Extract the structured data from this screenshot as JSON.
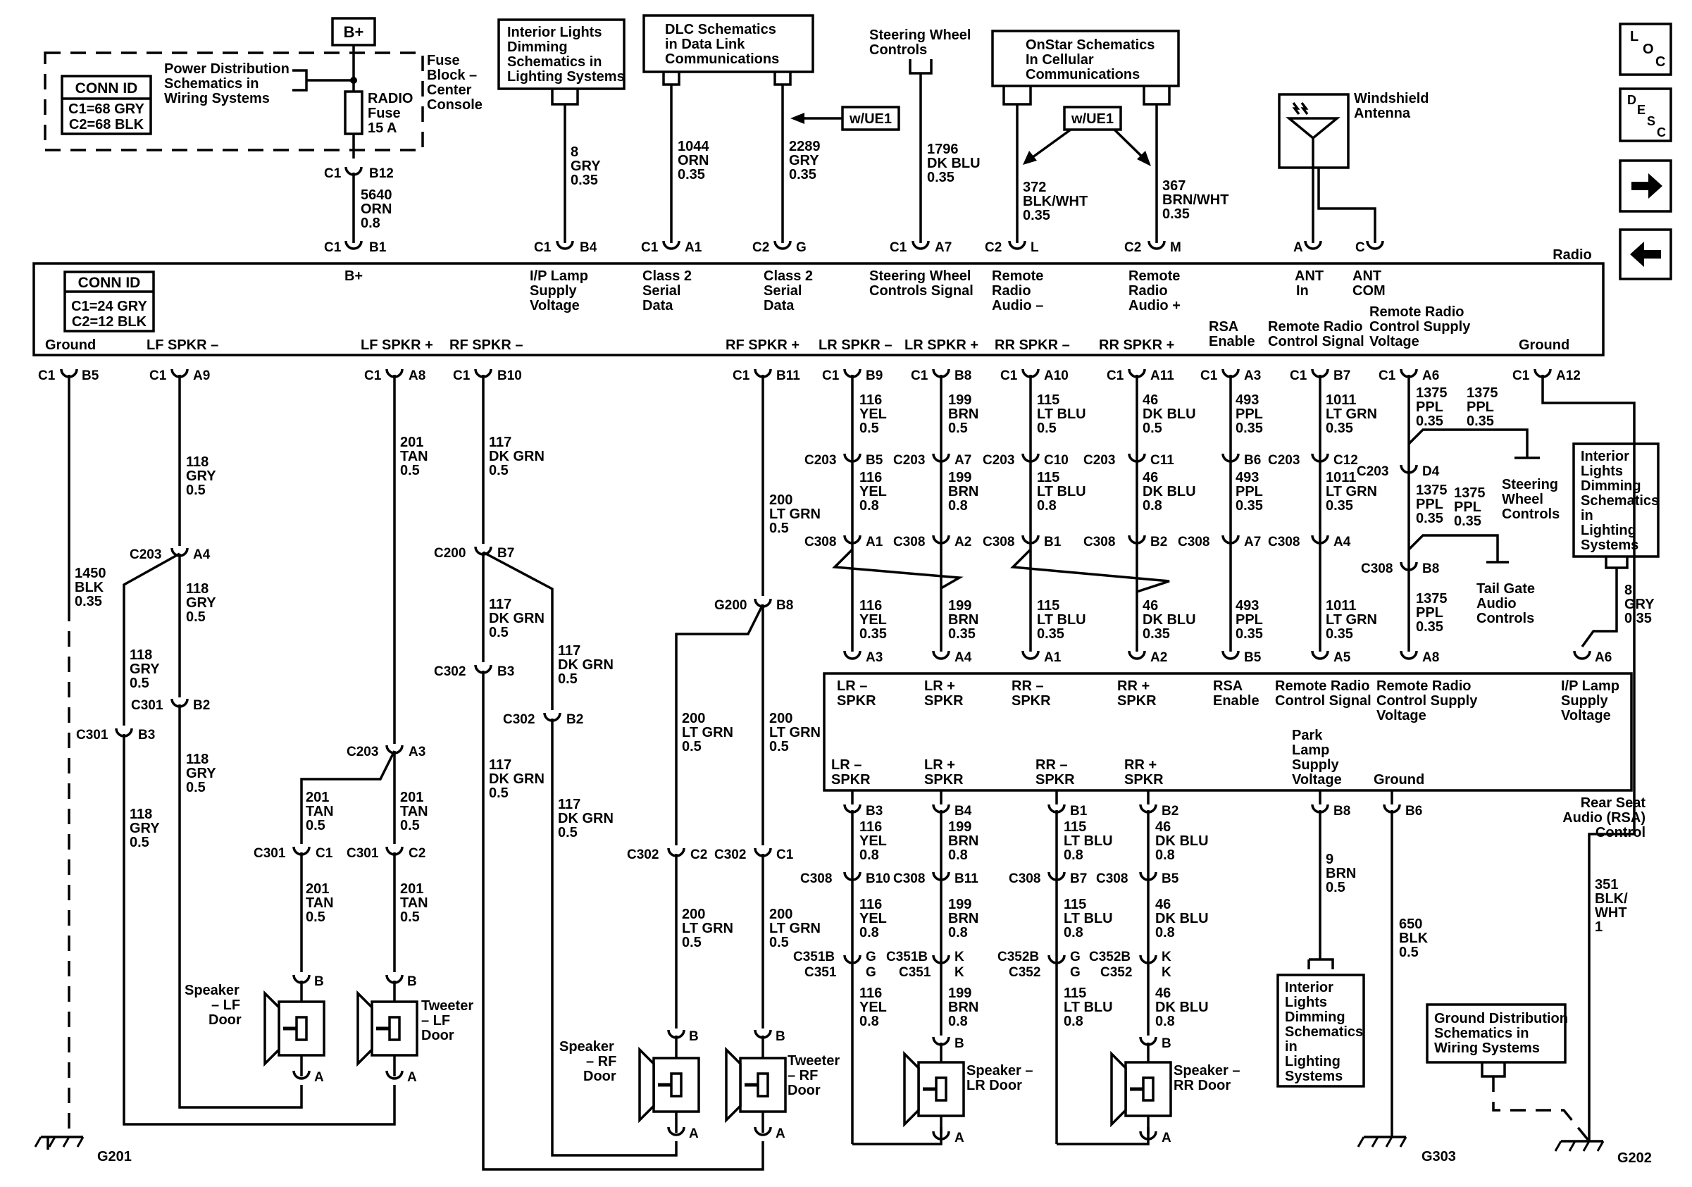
{
  "blocks": {
    "bplus": "B+",
    "conn_top": [
      "CONN ID",
      "C1=68 GRY",
      "C2=68 BLK"
    ],
    "pwr_dist": [
      "Power Distribution",
      "Schematics in",
      "Wiring  Systems"
    ],
    "fuse_block": [
      "Fuse",
      "Block –",
      "Center",
      "Console"
    ],
    "radio_fuse": [
      "RADIO",
      "Fuse",
      "15 A"
    ],
    "interior_top": [
      "Interior Lights",
      "Dimming",
      "Schematics in",
      "Lighting Systems"
    ],
    "dlc": [
      "DLC Schematics",
      "in Data Link",
      "Communications"
    ],
    "steering_top": [
      "Steering Wheel",
      "Controls"
    ],
    "onstar": [
      "OnStar Schematics",
      "In Cellular",
      "Communications"
    ],
    "wue1": "w/UE1",
    "antenna": [
      "Windshield",
      "Antenna"
    ],
    "radio": "Radio",
    "conn_radio": [
      "CONN ID",
      "C1=24 GRY",
      "C2=12 BLK"
    ],
    "steering_right": [
      "Steering",
      "Wheel",
      "Controls"
    ],
    "tailgate": [
      "Tail Gate",
      "Audio",
      "Controls"
    ],
    "interior_right": [
      "Interior",
      "Lights",
      "Dimming",
      "Schematics",
      "in",
      "Lighting",
      "Systems"
    ],
    "interior_bottom": [
      "Interior",
      "Lights",
      "Dimming",
      "Schematics",
      "in",
      "Lighting",
      "Systems"
    ],
    "rsa_name": [
      "Rear Seat",
      "Audio (RSA)",
      "Control"
    ],
    "ground_dist": [
      "Ground Distribution",
      "Schematics in",
      "Wiring Systems"
    ]
  },
  "nav": {
    "loc": [
      "L",
      "O",
      "C"
    ],
    "desc": [
      "D",
      "E",
      "S",
      "C"
    ],
    "next": "→",
    "prev": "←"
  },
  "radio_pins_top": [
    [
      "B+"
    ],
    [
      "I/P Lamp",
      "Supply",
      "Voltage"
    ],
    [
      "Class 2",
      "Serial",
      "Data"
    ],
    [
      "Class 2",
      "Serial",
      "Data"
    ],
    [
      "Steering Wheel",
      "Controls Signal"
    ],
    [
      "Remote",
      "Radio",
      "Audio –"
    ],
    [
      "Remote",
      "Radio",
      "Audio +"
    ],
    [
      "ANT",
      "In"
    ],
    [
      "ANT",
      "COM"
    ]
  ],
  "radio_pins_bottom": [
    [
      "Ground"
    ],
    [
      "LF SPKR –"
    ],
    [
      "LF SPKR +"
    ],
    [
      "RF SPKR –"
    ],
    [
      "RF SPKR +"
    ],
    [
      "LR SPKR –"
    ],
    [
      "LR SPKR +"
    ],
    [
      "RR SPKR –"
    ],
    [
      "RR SPKR +"
    ],
    [
      "RSA",
      "Enable"
    ],
    [
      "Remote Radio",
      "Control Signal"
    ],
    [
      "Remote Radio",
      "Control Supply",
      "Voltage"
    ],
    [
      "Ground"
    ]
  ],
  "rsa_pins_top": [
    [
      "LR –",
      "SPKR"
    ],
    [
      "LR +",
      "SPKR"
    ],
    [
      "RR –",
      "SPKR"
    ],
    [
      "RR +",
      "SPKR"
    ],
    [
      "RSA",
      "Enable"
    ],
    [
      "Remote Radio",
      "Control Signal"
    ],
    [
      "Remote Radio",
      "Control Supply",
      "Voltage"
    ],
    [
      "I/P Lamp",
      "Supply",
      "Voltage"
    ]
  ],
  "rsa_pins_bottom": [
    [
      "LR –",
      "SPKR"
    ],
    [
      "LR +",
      "SPKR"
    ],
    [
      "RR –",
      "SPKR"
    ],
    [
      "RR +",
      "SPKR"
    ],
    [
      "Park",
      "Lamp",
      "Supply",
      "Voltage"
    ],
    [
      "Ground"
    ]
  ],
  "wires": [
    [
      "5640",
      "ORN",
      "0.8"
    ],
    [
      "8",
      "GRY",
      "0.35"
    ],
    [
      "1044",
      "ORN",
      "0.35"
    ],
    [
      "2289",
      "GRY",
      "0.35"
    ],
    [
      "1796",
      "DK BLU",
      "0.35"
    ],
    [
      "372",
      "BLK/WHT",
      "0.35"
    ],
    [
      "367",
      "BRN/WHT",
      "0.35"
    ],
    [
      "118",
      "GRY",
      "0.5"
    ],
    [
      "1450",
      "BLK",
      "0.35"
    ],
    [
      "201",
      "TAN",
      "0.5"
    ],
    [
      "117",
      "DK GRN",
      "0.5"
    ],
    [
      "200",
      "LT GRN",
      "0.5"
    ],
    [
      "116",
      "YEL",
      "0.5"
    ],
    [
      "116",
      "YEL",
      "0.8"
    ],
    [
      "116",
      "YEL",
      "0.35"
    ],
    [
      "199",
      "BRN",
      "0.5"
    ],
    [
      "199",
      "BRN",
      "0.8"
    ],
    [
      "199",
      "BRN",
      "0.35"
    ],
    [
      "115",
      "LT BLU",
      "0.5"
    ],
    [
      "115",
      "LT BLU",
      "0.8"
    ],
    [
      "115",
      "LT BLU",
      "0.35"
    ],
    [
      "46",
      "DK BLU",
      "0.5"
    ],
    [
      "46",
      "DK BLU",
      "0.8"
    ],
    [
      "46",
      "DK BLU",
      "0.35"
    ],
    [
      "493",
      "PPL",
      "0.35"
    ],
    [
      "1011",
      "LT GRN",
      "0.35"
    ],
    [
      "1375",
      "PPL",
      "0.35"
    ],
    [
      "8",
      "GRY",
      "0.35"
    ],
    [
      "9",
      "BRN",
      "0.5"
    ],
    [
      "650",
      "BLK",
      "0.5"
    ],
    [
      "351",
      "BLK/",
      "WHT",
      "1"
    ]
  ],
  "connectors": [
    "C1",
    "C2",
    "C203",
    "C308",
    "C200",
    "C301",
    "C302",
    "G200",
    "C351B",
    "C351",
    "C352B",
    "C352"
  ],
  "speakers": [
    [
      "Speaker",
      "– LF",
      "Door"
    ],
    [
      "Tweeter",
      "– LF",
      "Door"
    ],
    [
      "Speaker",
      "– RF",
      "Door"
    ],
    [
      "Tweeter",
      "– RF",
      "Door"
    ],
    [
      "Speaker –",
      "LR Door"
    ],
    [
      "Speaker –",
      "RR Door"
    ]
  ],
  "grounds": [
    "G201",
    "G303",
    "G202"
  ]
}
